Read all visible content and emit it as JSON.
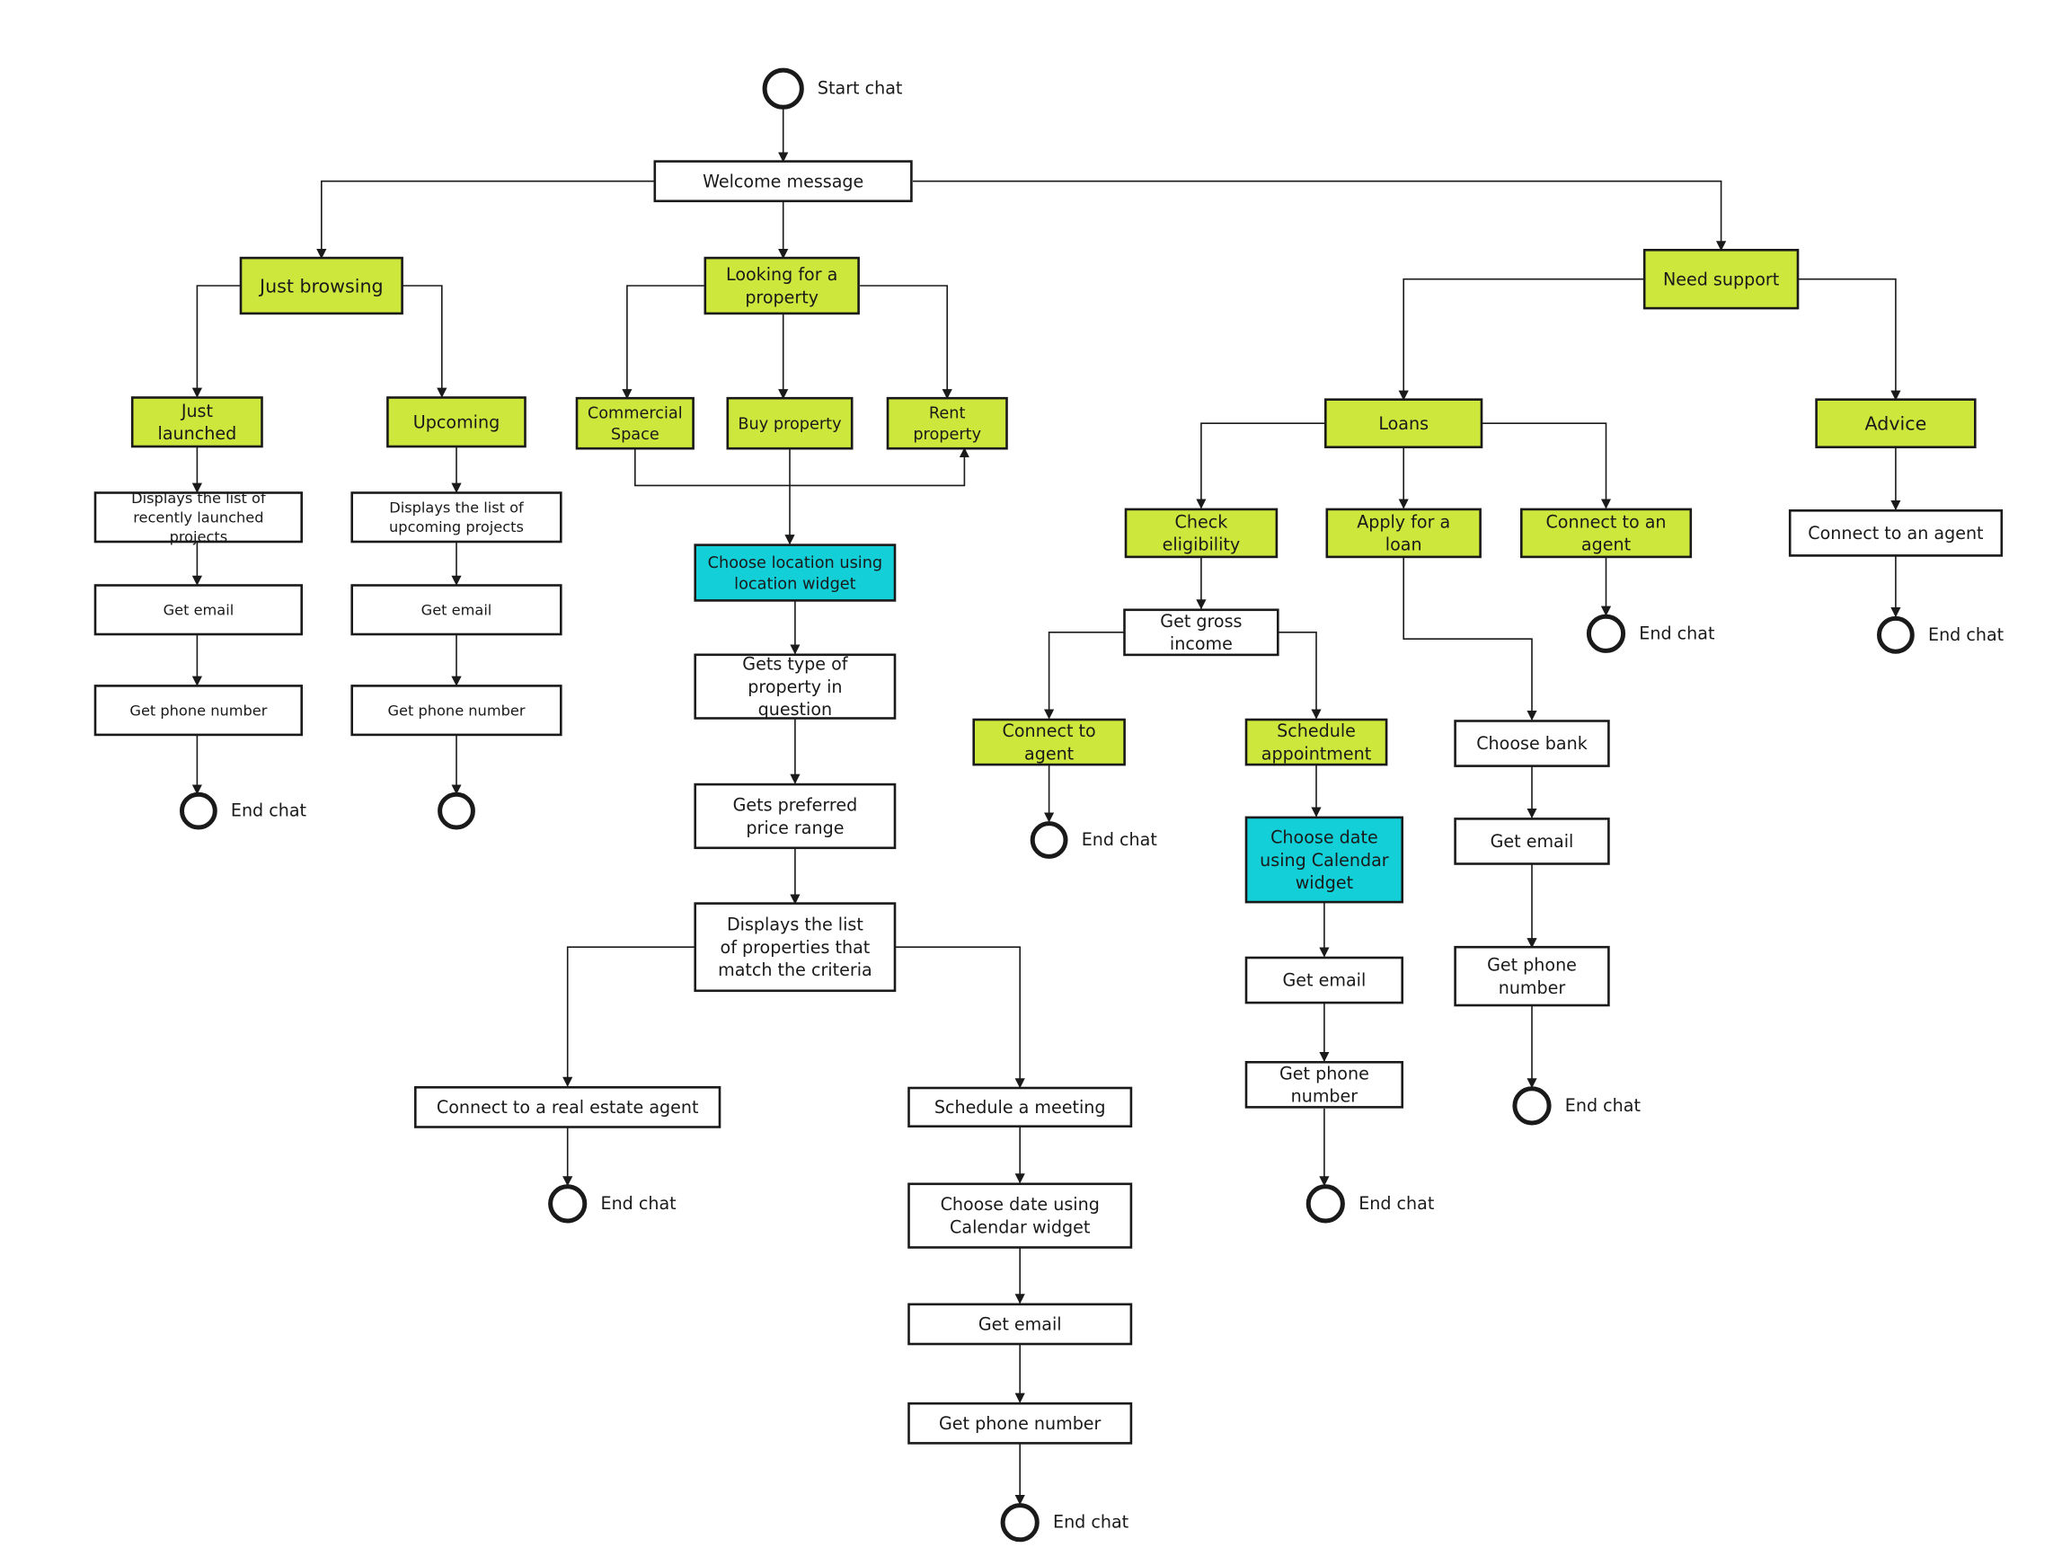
{
  "colors": {
    "green": "#cde73c",
    "cyan": "#12cfd8",
    "white": "#ffffff",
    "border": "#1a1a1a"
  },
  "nodes": {
    "start": "",
    "start_label": "Start chat",
    "welcome": "Welcome message",
    "just_browsing": "Just browsing",
    "looking": "Looking for a property",
    "need_support": "Need support",
    "just_launched": "Just launched",
    "upcoming": "Upcoming",
    "commercial": "Commercial Space",
    "buy": "Buy property",
    "rent": "Rent property",
    "loans": "Loans",
    "advice": "Advice",
    "jl_list": "Displays the list of recently launched projects",
    "jl_email": "Get email",
    "jl_phone": "Get phone number",
    "jl_end": "",
    "jl_end_label": "End chat",
    "up_list": "Displays the list of upcoming projects",
    "up_email": "Get email",
    "up_phone": "Get phone number",
    "up_end": "",
    "loc": "Choose location using location widget",
    "type": "Gets type of property in question",
    "price": "Gets preferred price range",
    "list": "Displays the list of properties that match the criteria",
    "re_agent": "Connect to a real estate agent",
    "re_end": "",
    "re_end_label": "End chat",
    "meeting": "Schedule a meeting",
    "m_cal": "Choose date using Calendar widget",
    "m_email": "Get email",
    "m_phone": "Get phone number",
    "m_end": "",
    "m_end_label": "End chat",
    "check": "Check eligibility",
    "apply": "Apply for a loan",
    "la_agent": "Connect to an agent",
    "la_end": "",
    "la_end_label": "End chat",
    "gross": "Get gross income",
    "c_agent": "Connect to agent",
    "ca_end": "",
    "ca_end_label": "End chat",
    "sched": "Schedule appointment",
    "s_cal": "Choose date using Calendar widget",
    "s_email": "Get email",
    "s_phone": "Get phone number",
    "s_end": "",
    "s_end_label": "End chat",
    "bank": "Choose bank",
    "b_email": "Get email",
    "b_phone": "Get phone number",
    "b_end": "",
    "b_end_label": "End chat",
    "adv_agent": "Connect to an agent",
    "adv_end": "",
    "adv_end_label": "End chat"
  }
}
